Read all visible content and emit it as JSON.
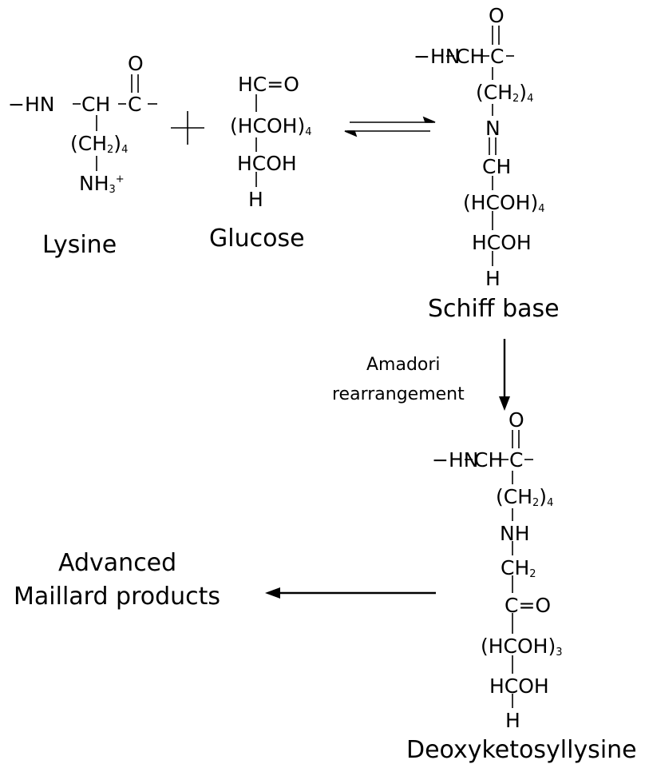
{
  "lysine": {
    "chain_left": "−HN",
    "dash": "−",
    "ch": "CH",
    "c": "C",
    "o": "O",
    "ch2": "(CH",
    "ch2_sub": "2",
    "paren": ")",
    "ch2_count": "4",
    "nh": "NH",
    "nh_sub": "3",
    "nh_sup": "+",
    "label": "Lysine"
  },
  "glucose": {
    "hco": "HC=O",
    "hcoh4": "(HCOH)",
    "hcoh4_sub": "4",
    "hcoh": "HCOH",
    "h": "H",
    "label": "Glucose"
  },
  "schiff_base": {
    "chain_left": "−HN",
    "ch": "CH",
    "c": "C",
    "o": "O",
    "ch2": "(CH",
    "ch2_sub": "2",
    "paren": ")",
    "ch2_count": "4",
    "n": "N",
    "ch_imine": "CH",
    "hcoh4": "(HCOH)",
    "hcoh4_sub": "4",
    "hcoh": "HCOH",
    "h": "H",
    "label": "Schiff base"
  },
  "step": {
    "line1": "Amadori",
    "line2": "rearrangement"
  },
  "deoxy": {
    "chain_left": "−HN",
    "ch": "CH",
    "c": "C",
    "o": "O",
    "ch2": "(CH",
    "ch2_sub": "2",
    "paren": ")",
    "ch2_count": "4",
    "nh": "NH",
    "ch2b": "CH",
    "ch2b_sub": "2",
    "co": "C=O",
    "hcoh3": "(HCOH)",
    "hcoh3_sub": "3",
    "hcoh": "HCOH",
    "h": "H",
    "label": "Deoxyketosyllysine"
  },
  "products": {
    "line1": "Advanced",
    "line2": "Maillard products"
  }
}
